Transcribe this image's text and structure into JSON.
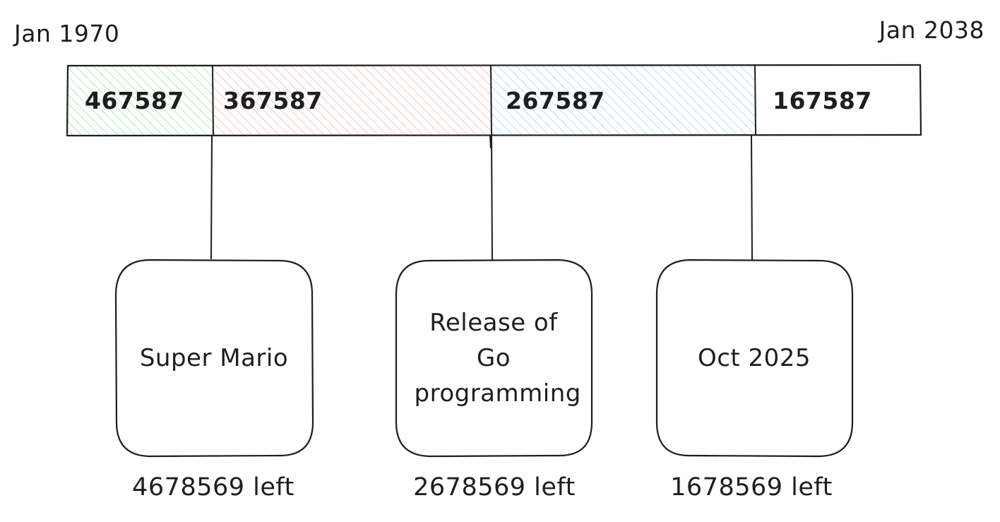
{
  "timeline": {
    "start_label": "Jan 1970",
    "end_label": "Jan 2038",
    "segments": [
      {
        "value": "467587",
        "color": "#b2f2bb"
      },
      {
        "value": "367587",
        "color": "#ffc9c9"
      },
      {
        "value": "267587",
        "color": "#a5d8ff"
      },
      {
        "value": "167587",
        "color": "#ffffff"
      }
    ]
  },
  "events": [
    {
      "label": "Super Mario",
      "remaining": "4678569 left"
    },
    {
      "label": "Release of Go programming",
      "remaining": "2678569 left"
    },
    {
      "label": "Oct 2025",
      "remaining": "1678569 left"
    }
  ],
  "colors": {
    "stroke": "#1e1e1e",
    "green_hatch": "#2f9e44",
    "red_hatch": "#e03131",
    "blue_hatch": "#1971c2"
  }
}
